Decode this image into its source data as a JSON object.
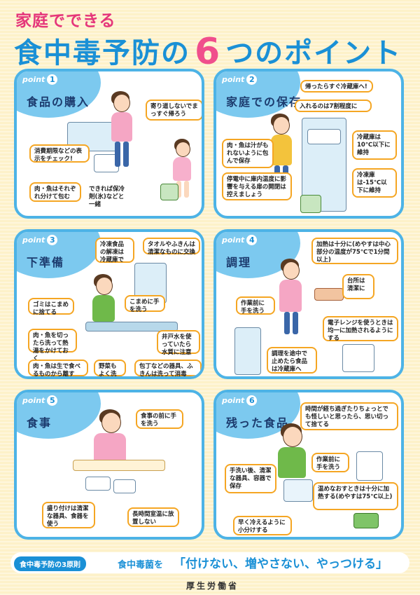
{
  "header": {
    "subtitle": "家庭でできる",
    "title_pre": "食中毒予防の",
    "title_num": "6",
    "title_post": "つのポイント"
  },
  "panels": [
    {
      "point_label": "point",
      "number": "1",
      "title": "食品の購入",
      "notes": [
        "寄り道しないでまっすぐ帰ろう",
        "消費期限などの表示をチェック!",
        "肉・魚はそれぞれ分けて包む",
        "できれば保冷剤(氷)などと一緒"
      ]
    },
    {
      "point_label": "point",
      "number": "2",
      "title": "家庭での保存",
      "notes": [
        "帰ったらすぐ冷蔵庫へ!",
        "入れるのは7割程度に",
        "肉・魚は汁がもれないように包んで保存",
        "冷蔵庫は10℃以下に維持",
        "停電中に庫内温度に影響を与える扉の開閉は控えましょう",
        "冷凍庫は-15℃以下に維持"
      ]
    },
    {
      "point_label": "point",
      "number": "3",
      "title": "下準備",
      "notes": [
        "冷凍食品の解凍は冷蔵庫で",
        "タオルやふきんは清潔なものに交換",
        "ゴミはこまめに捨てる",
        "こまめに手を洗う",
        "肉・魚を切ったら洗って熱湯をかけておく",
        "井戸水を使っていたら水質に注意",
        "肉・魚は生で食べるものから離す",
        "野菜もよく洗う",
        "包丁などの器具、ふきんは洗って消毒"
      ]
    },
    {
      "point_label": "point",
      "number": "4",
      "title": "調理",
      "notes": [
        "加熱は十分に(めやすは中心部分の温度が75℃で1分間以上)",
        "台所は清潔に",
        "作業前に手を洗う",
        "電子レンジを使うときは均一に加熱されるようにする",
        "調理を途中で止めたら食品は冷蔵庫へ"
      ]
    },
    {
      "point_label": "point",
      "number": "5",
      "title": "食事",
      "notes": [
        "食事の前に手を洗う",
        "盛り付けは清潔な器具、食器を使う",
        "長時間室温に放置しない"
      ]
    },
    {
      "point_label": "point",
      "number": "6",
      "title": "残った食品",
      "notes": [
        "時間が経ち過ぎたりちょっとでも怪しいと思ったら、思い切って捨てる",
        "作業前に手を洗う",
        "手洗い後、清潔な器具、容器で保存",
        "温めなおすときは十分に加熱する(めやすは75℃以上)",
        "早く冷えるように小分けする"
      ]
    }
  ],
  "footer": {
    "principle_label": "食中毒予防の3原則",
    "slogan_pre": "食中毒菌を",
    "slogan": "「付けない、増やさない、やっつける」",
    "ministry": "厚生労働省"
  },
  "colors": {
    "pink": "#e5367a",
    "blue": "#1a90d6",
    "panel_border": "#4db3e6",
    "note_border": "#f5a623"
  }
}
